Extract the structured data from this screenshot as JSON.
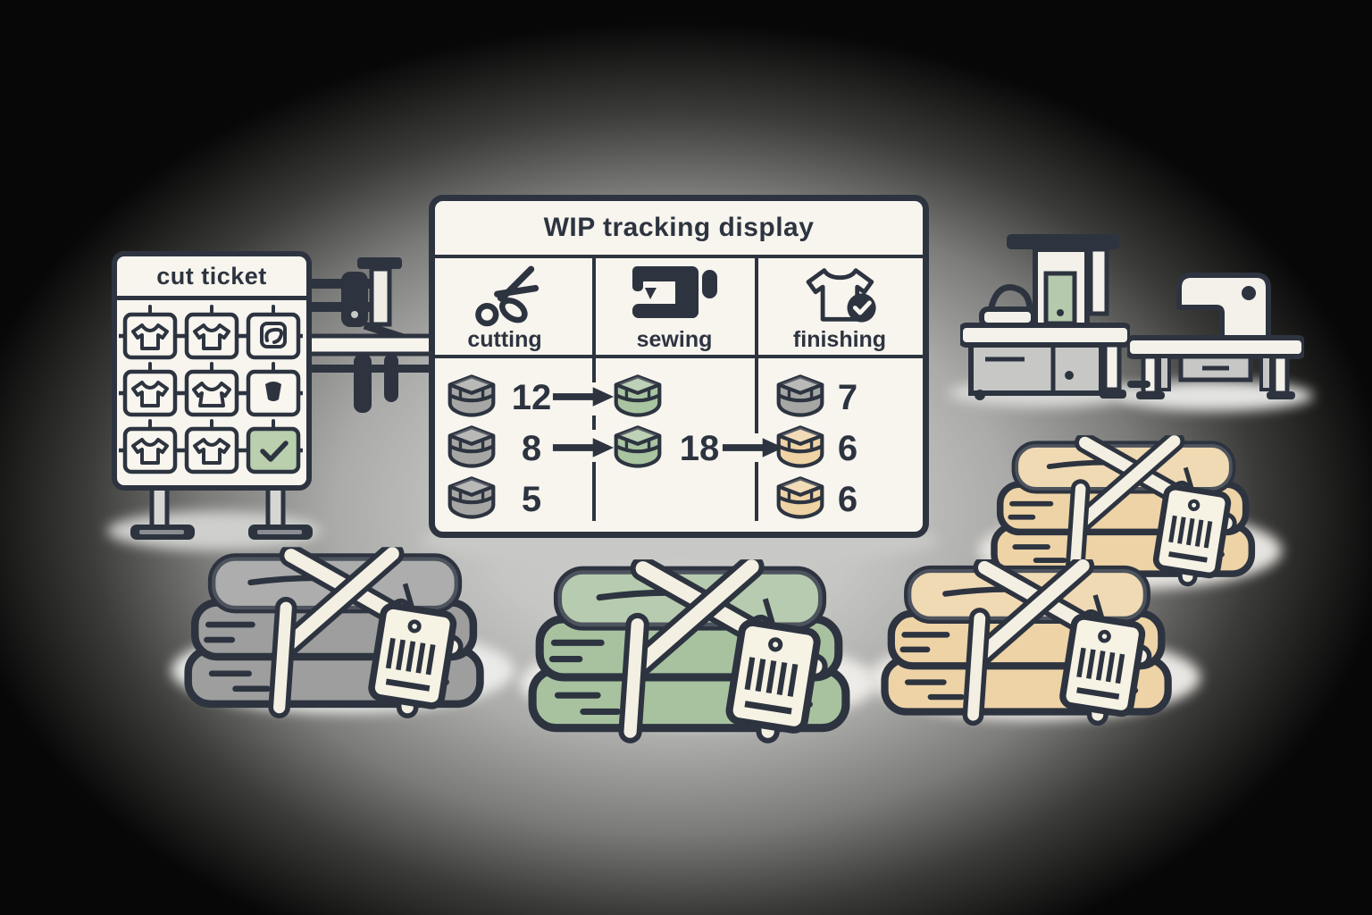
{
  "cut_ticket_board": {
    "title": "cut ticket",
    "tickets": [
      {
        "icon": "shirt-ticket-icon"
      },
      {
        "icon": "shirt-ticket-icon"
      },
      {
        "icon": "edit-ticket-icon"
      },
      {
        "icon": "shirt-ticket-icon"
      },
      {
        "icon": "shirt-wide-ticket-icon"
      },
      {
        "icon": "bucket-ticket-icon"
      },
      {
        "icon": "shirt-ticket-icon"
      },
      {
        "icon": "shirt-ticket-icon"
      },
      {
        "icon": "check-ticket-icon"
      }
    ]
  },
  "wip_display": {
    "title": "WIP tracking display",
    "columns": [
      {
        "label": "cutting",
        "icon": "scissors-icon"
      },
      {
        "label": "sewing",
        "icon": "sewing-machine-icon"
      },
      {
        "label": "finishing",
        "icon": "tshirt-check-icon"
      }
    ],
    "cutting_counts": [
      "12",
      "8",
      "5"
    ],
    "sewing_counts": [
      "",
      "18"
    ],
    "finishing_counts": [
      "7",
      "6",
      "6"
    ],
    "finishing_stack_colors": [
      "gray",
      "tan",
      "tan"
    ],
    "flow_arrows": [
      "cutting-row1-to-sewing",
      "cutting-row2-to-sewing",
      "sewing-row2-to-finishing"
    ]
  },
  "bundles": [
    {
      "name": "gray-fabric-bundle",
      "color": "#9d9e9d",
      "tag": "barcode-tag"
    },
    {
      "name": "green-fabric-bundle",
      "color": "#a8c2a0",
      "tag": "barcode-tag"
    },
    {
      "name": "tan-fabric-bundle-upper",
      "color": "#eed3a6",
      "tag": "barcode-tag"
    },
    {
      "name": "tan-fabric-bundle-lower",
      "color": "#eed3a6",
      "tag": "barcode-tag"
    }
  ],
  "machines": [
    {
      "name": "fabric-cutting-machine"
    },
    {
      "name": "heat-press-machine"
    },
    {
      "name": "sewing-machine-table"
    }
  ],
  "colors": {
    "ink": "#2d3440",
    "panel_bg": "#f7f5ee",
    "gray_fabric": "#a6a7a4",
    "green_fabric": "#a9c4a1",
    "tan_fabric": "#efd3a4",
    "check_tile_green": "#b9cfad",
    "strap_cream": "#f3efe2"
  }
}
